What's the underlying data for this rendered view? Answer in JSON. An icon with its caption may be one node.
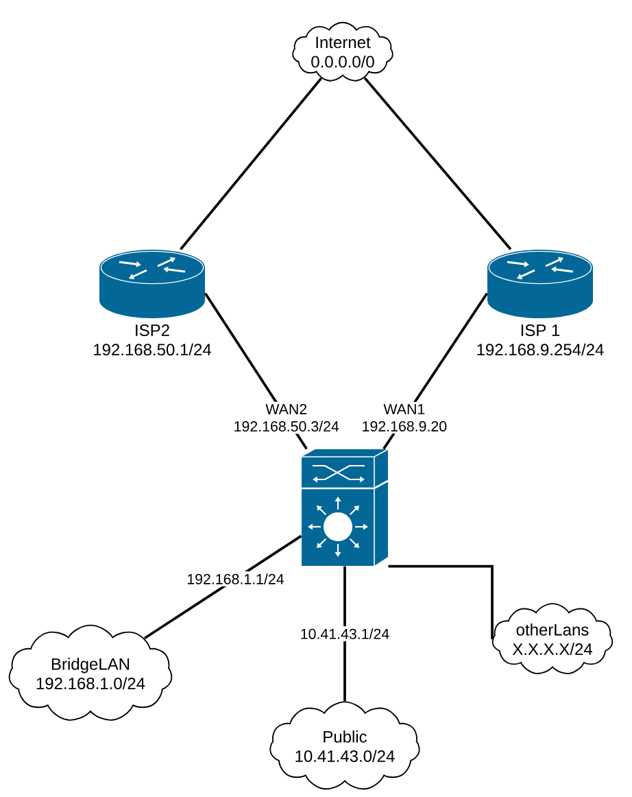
{
  "diagram": {
    "nodes": [
      {
        "text": [
          "Internet",
          "0.0.0.0/0"
        ]
      },
      {
        "text": [
          "ISP2",
          "192.168.50.1/24"
        ]
      },
      {
        "text": [
          "ISP 1",
          "192.168.9.254/24"
        ]
      },
      {
        "text": [],
        "shape": "picture"
      },
      {
        "text": [
          "BridgeLAN",
          "192.168.1.0/24"
        ]
      },
      {
        "text": [
          "Public",
          "10.41.43.0/24"
        ]
      },
      {
        "text": [
          "otherLans",
          "X.X.X.X/24"
        ]
      }
    ],
    "edges": [
      {
        "from": 0,
        "to": 1,
        "arrow": "none"
      },
      {
        "from": 0,
        "to": 2,
        "arrow": "none"
      },
      {
        "from": 1,
        "to": 3,
        "arrow": "none",
        "label": "WAN2 192.168.50.3/24"
      },
      {
        "from": 2,
        "to": 3,
        "arrow": "none",
        "label": "WAN1 192.168.9.20"
      },
      {
        "from": 3,
        "to": 4,
        "arrow": "none",
        "label": "192.168.1.1/24"
      },
      {
        "from": 3,
        "to": 5,
        "arrow": "none",
        "label": "10.41.43.1/24"
      },
      {
        "from": 3,
        "to": 6,
        "arrow": "none"
      }
    ]
  }
}
